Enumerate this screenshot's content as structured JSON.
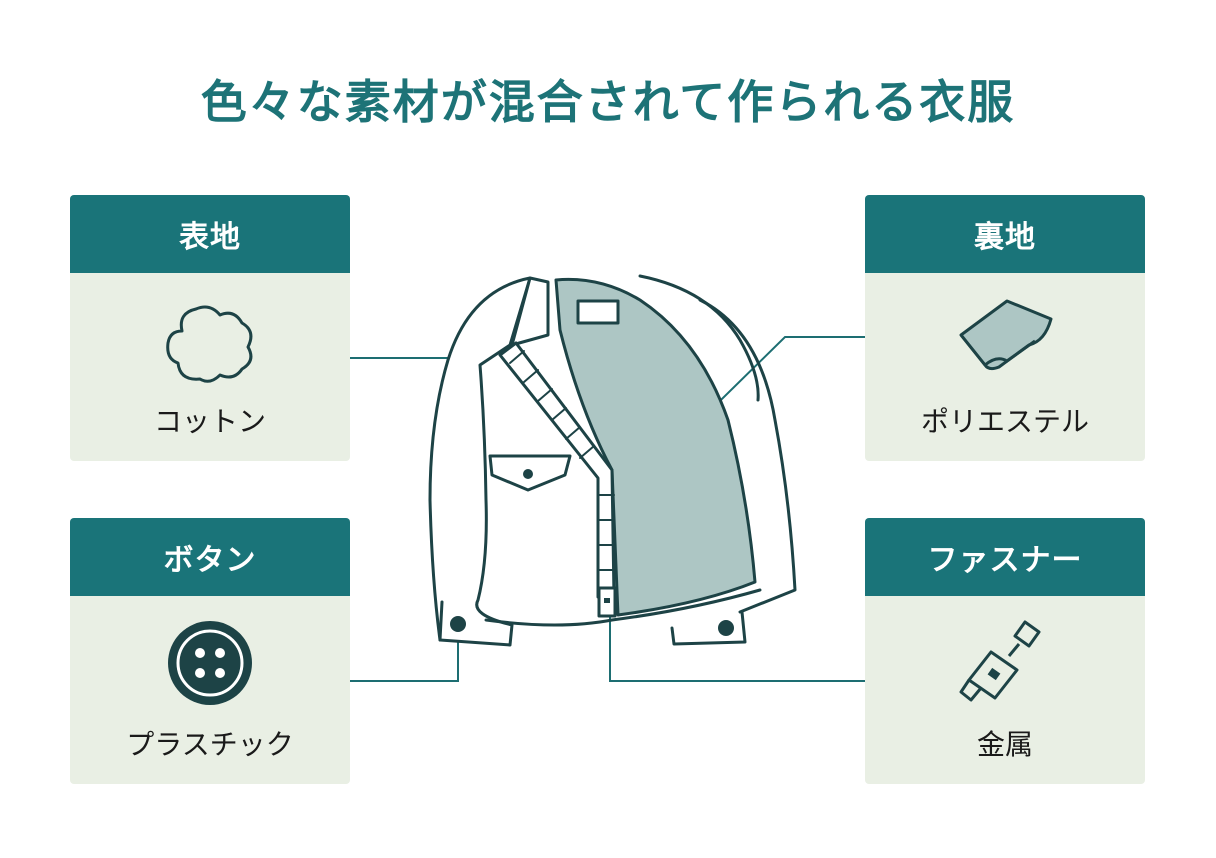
{
  "title": "色々な素材が混合されて作られる衣服",
  "cards": {
    "omote": {
      "heading": "表地",
      "label": "コットン",
      "icon": "cotton-icon"
    },
    "ura": {
      "heading": "裏地",
      "label": "ポリエステル",
      "icon": "fabric-roll-icon"
    },
    "button": {
      "heading": "ボタン",
      "label": "プラスチック",
      "icon": "button-icon"
    },
    "zip": {
      "heading": "ファスナー",
      "label": "金属",
      "icon": "zipper-icon"
    }
  },
  "colors": {
    "accent": "#1a7479",
    "card_bg": "#e9efe4",
    "lining": "#adc6c4",
    "outline": "#1d4346"
  }
}
